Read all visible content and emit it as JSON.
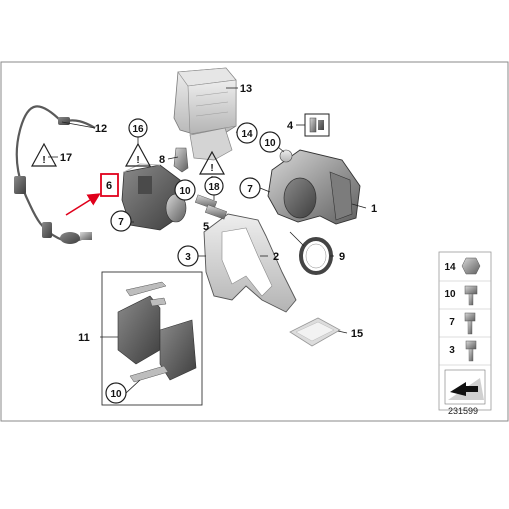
{
  "diagram": {
    "reference_number": "231599",
    "highlight_color": "#e0001b",
    "callouts": [
      {
        "id": "c1",
        "text": "1"
      },
      {
        "id": "c2",
        "text": "2"
      },
      {
        "id": "c3",
        "text": "3"
      },
      {
        "id": "c4",
        "text": "4"
      },
      {
        "id": "c5",
        "text": "5"
      },
      {
        "id": "c6",
        "text": "6"
      },
      {
        "id": "c7a",
        "text": "7"
      },
      {
        "id": "c7b",
        "text": "7"
      },
      {
        "id": "c8",
        "text": "8"
      },
      {
        "id": "c9",
        "text": "9"
      },
      {
        "id": "c10a",
        "text": "10"
      },
      {
        "id": "c10b",
        "text": "10"
      },
      {
        "id": "c10c",
        "text": "10"
      },
      {
        "id": "c11",
        "text": "11"
      },
      {
        "id": "c12",
        "text": "12"
      },
      {
        "id": "c13",
        "text": "13"
      },
      {
        "id": "c14",
        "text": "14"
      },
      {
        "id": "c15",
        "text": "15"
      },
      {
        "id": "c16",
        "text": "16"
      },
      {
        "id": "c17",
        "text": "17"
      },
      {
        "id": "c18",
        "text": "18"
      }
    ],
    "hardware_legend": [
      {
        "id": "h14",
        "text": "14"
      },
      {
        "id": "h10",
        "text": "10"
      },
      {
        "id": "h7",
        "text": "7"
      },
      {
        "id": "h3",
        "text": "3"
      }
    ]
  }
}
